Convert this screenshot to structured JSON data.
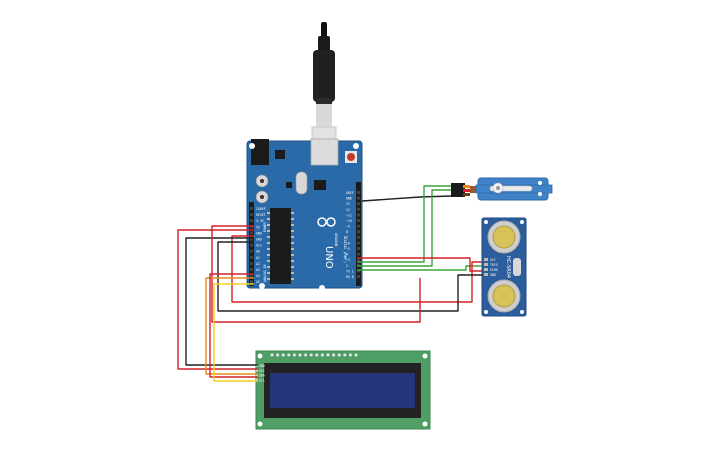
{
  "board": {
    "brand": "ARDUINO",
    "model": "UNO",
    "digital_header_label": "DIGITAL (PWM~)",
    "power_label": "POWER",
    "analog_label": "ANALOG IN",
    "pin_labels_right": [
      "AREF",
      "GND",
      "13",
      "12",
      "~11",
      "~10",
      "~9",
      "8",
      "7",
      "~6",
      "~5",
      "4",
      "~3",
      "2",
      "TX 1",
      "RX 0"
    ],
    "pin_labels_left": [
      "IOREF",
      "RESET",
      "3.3V",
      "5V",
      "GND",
      "GND",
      "Vin",
      "A0",
      "A1",
      "A2",
      "A3",
      "A4",
      "A5"
    ]
  },
  "ultrasonic": {
    "model": "HC-SR04",
    "pins": [
      "VCC",
      "TRIG",
      "ECHO",
      "GND"
    ]
  },
  "lcd": {
    "pins": [
      "GND",
      "VCC",
      "SDA",
      "SCL"
    ]
  },
  "colors": {
    "board": "#2a6aa8",
    "board_dark": "#1f4f80",
    "wire_red": "#d4202a",
    "wire_black": "#222222",
    "wire_green": "#3aa53a",
    "wire_orange": "#e88a1a",
    "wire_yellow": "#f1d21c",
    "lcd_pcb": "#4f9e66",
    "lcd_screen": "#253579",
    "servo_body": "#3f82c8",
    "sensor_body": "#2c5e9e"
  }
}
